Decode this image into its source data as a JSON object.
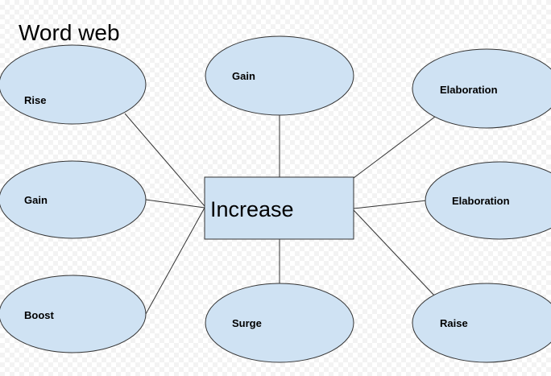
{
  "title": "Word web",
  "center": {
    "label": "Increase"
  },
  "nodes": [
    {
      "label": "Rise"
    },
    {
      "label": "Gain"
    },
    {
      "label": "Boost"
    },
    {
      "label": "Gain"
    },
    {
      "label": "Surge"
    },
    {
      "label": "Elaboration"
    },
    {
      "label": "Elaboration"
    },
    {
      "label": "Raise"
    }
  ],
  "colors": {
    "node_fill": "#cfe2f3",
    "stroke": "#333333"
  }
}
